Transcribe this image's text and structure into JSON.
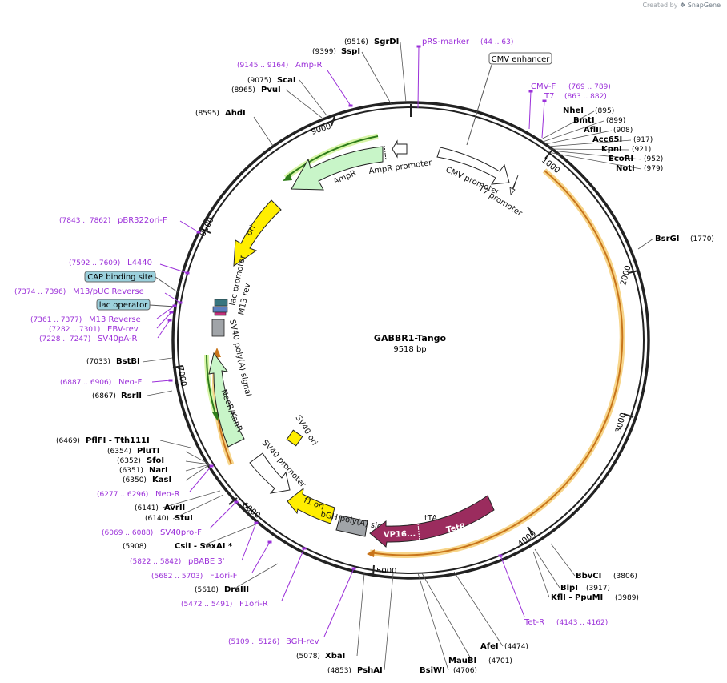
{
  "credit": {
    "prefix": "Created by",
    "brand": "SnapGene"
  },
  "plasmid": {
    "name": "GABBR1-Tango",
    "size": "9518 bp",
    "length": 9518
  },
  "ticks": [
    "1000",
    "2000",
    "3000",
    "4000",
    "5000",
    "6000",
    "7000",
    "8000",
    "9000"
  ],
  "sites_right": [
    {
      "name": "NheI",
      "pos": "(895)"
    },
    {
      "name": "BmtI",
      "pos": "(899)"
    },
    {
      "name": "AflII",
      "pos": "(908)"
    },
    {
      "name": "Acc65I",
      "pos": "(917)"
    },
    {
      "name": "KpnI",
      "pos": "(921)"
    },
    {
      "name": "EcoRI",
      "pos": "(952)"
    },
    {
      "name": "NotI",
      "pos": "(979)"
    },
    {
      "name": "BsrGI",
      "pos": "(1770)"
    },
    {
      "name": "BbvCI",
      "pos": "(3806)"
    },
    {
      "name": "BlpI",
      "pos": "(3917)"
    },
    {
      "name": "KflI - PpuMI",
      "pos": "(3989)"
    }
  ],
  "sites_bottom": [
    {
      "name": "AfeI",
      "pos": "(4474)"
    },
    {
      "name": "MauBI",
      "pos": "(4701)"
    },
    {
      "name": "BsiWI",
      "pos": "(4706)"
    },
    {
      "name": "PshAI",
      "pos": "(4853)"
    },
    {
      "name": "XbaI",
      "pos": "(5078)"
    }
  ],
  "sites_left": [
    {
      "name": "DraIII",
      "pos": "(5618)"
    },
    {
      "name": "CsiI - SexAI *",
      "pos": "(5908)"
    },
    {
      "name": "StuI",
      "pos": "(6140)"
    },
    {
      "name": "AvrII",
      "pos": "(6141)"
    },
    {
      "name": "KasI",
      "pos": "(6350)"
    },
    {
      "name": "NarI",
      "pos": "(6351)"
    },
    {
      "name": "SfoI",
      "pos": "(6352)"
    },
    {
      "name": "PluTI",
      "pos": "(6354)"
    },
    {
      "name": "PflFI - Tth111I",
      "pos": "(6469)"
    },
    {
      "name": "RsrII",
      "pos": "(6867)"
    },
    {
      "name": "BstBI",
      "pos": "(7033)"
    },
    {
      "name": "AhdI",
      "pos": "(8595)"
    },
    {
      "name": "PvuI",
      "pos": "(8965)"
    },
    {
      "name": "ScaI",
      "pos": "(9075)"
    },
    {
      "name": "SspI",
      "pos": "(9399)"
    },
    {
      "name": "SgrDI",
      "pos": "(9516)"
    }
  ],
  "primers": [
    {
      "name": "pRS-marker",
      "range": "(44 .. 63)"
    },
    {
      "name": "CMV-F",
      "range": "(769 .. 789)"
    },
    {
      "name": "T7",
      "range": "(863 .. 882)"
    },
    {
      "name": "Tet-R",
      "range": "(4143 .. 4162)"
    },
    {
      "name": "BGH-rev",
      "range": "(5109 .. 5126)"
    },
    {
      "name": "F1ori-R",
      "range": "(5472 .. 5491)"
    },
    {
      "name": "F1ori-F",
      "range": "(5682 .. 5703)"
    },
    {
      "name": "pBABE 3'",
      "range": "(5822 .. 5842)"
    },
    {
      "name": "SV40pro-F",
      "range": "(6069 .. 6088)"
    },
    {
      "name": "Neo-R",
      "range": "(6277 .. 6296)"
    },
    {
      "name": "Neo-F",
      "range": "(6887 .. 6906)"
    },
    {
      "name": "SV40pA-R",
      "range": "(7228 .. 7247)"
    },
    {
      "name": "EBV-rev",
      "range": "(7282 .. 7301)"
    },
    {
      "name": "M13 Reverse",
      "range": "(7361 .. 7377)"
    },
    {
      "name": "M13/pUC Reverse",
      "range": "(7374 .. 7396)"
    },
    {
      "name": "L4440",
      "range": "(7592 .. 7609)"
    },
    {
      "name": "pBR322ori-F",
      "range": "(7843 .. 7862)"
    },
    {
      "name": "Amp-R",
      "range": "(9145 .. 9164)"
    }
  ],
  "boxed": {
    "cmv_enhancer": "CMV enhancer",
    "cap_site": "CAP binding site",
    "lac_operator": "lac operator"
  },
  "features": {
    "ampr": "AmpR",
    "ampr_promoter": "AmpR promoter",
    "cmv_promoter": "CMV promoter",
    "t7_promoter": "T7 promoter",
    "ori": "ori",
    "lac_promoter": "lac promoter",
    "m13_rev": "M13 rev",
    "sv40_polya": "SV40 poly(A) signal",
    "neor": "NeoR/KanR",
    "sv40_ori": "SV40 ori",
    "sv40_promoter": "SV40 promoter",
    "f1_ori": "f1 ori",
    "bgh_polya": "bGH poly(A) signal",
    "tta": "tTA",
    "vp16": "VP16...",
    "tetr": "TetR"
  },
  "colors": {
    "backbone": "#222222",
    "orf_orange": "#f0a020",
    "ampr_green": "#c8f5c8",
    "ori_yellow": "#ffee00",
    "tetr_magenta": "#9b2c5e",
    "primer_purple": "#9b30d9",
    "promoter_white": "#ffffff",
    "misc_gray": "#a0a4a8",
    "lac_box": "#9bd0dc"
  }
}
